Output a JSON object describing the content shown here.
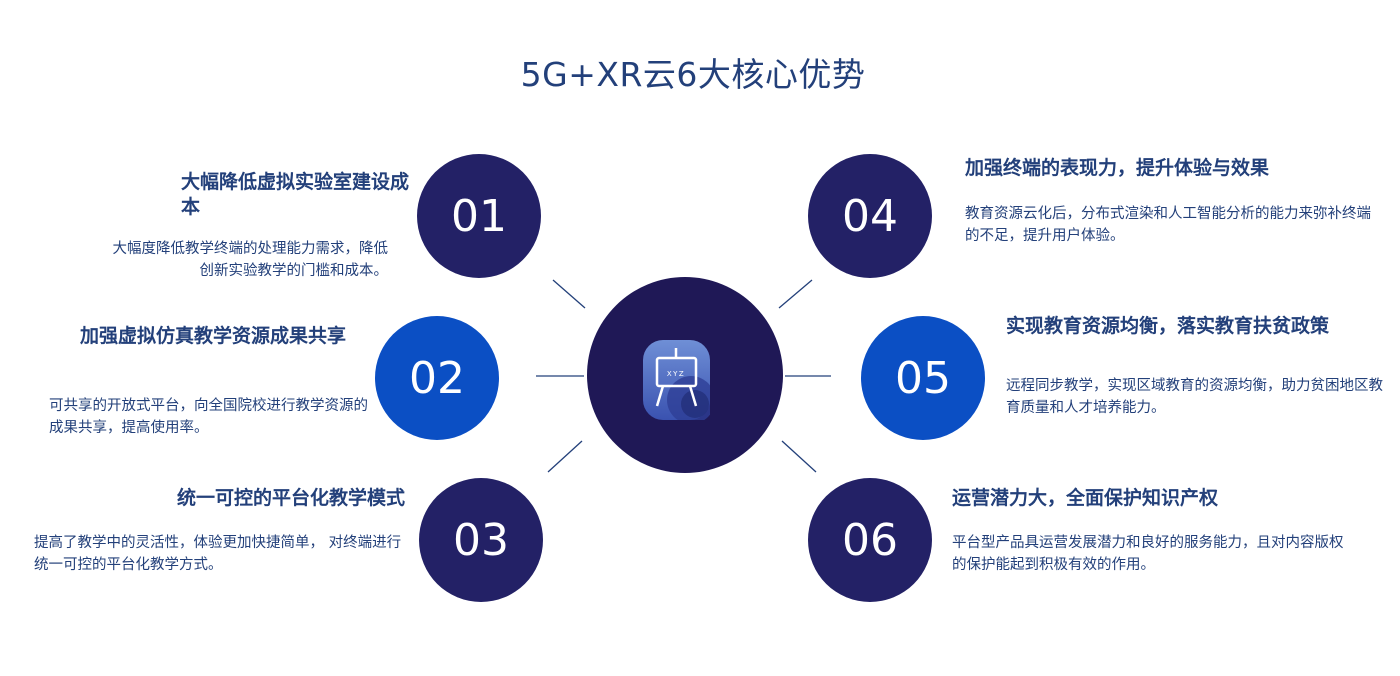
{
  "title": "5G+XR云6大核心优势",
  "center": {
    "icon": "presentation-board-icon",
    "icon_text": "XYZ"
  },
  "colors": {
    "dark": "#232166",
    "blue": "#0b4fc4",
    "hub": "#1f1856",
    "text": "#23407a"
  },
  "items": [
    {
      "number": "01",
      "heading": "大幅降低虚拟实验室建设成本",
      "description": "大幅度降低教学终端的处理能力需求，降低 创新实验教学的门槛和成本。"
    },
    {
      "number": "02",
      "heading": "加强虚拟仿真教学资源成果共享",
      "description": "可共享的开放式平台，向全国院校进行教学资源的成果共享，提高使用率。"
    },
    {
      "number": "03",
      "heading": "统一可控的平台化教学模式",
      "description": "提高了教学中的灵活性，体验更加快捷简单， 对终端进行统一可控的平台化教学方式。"
    },
    {
      "number": "04",
      "heading": "加强终端的表现力，提升体验与效果",
      "description": "教育资源云化后，分布式渲染和人工智能分析的能力来弥补终端的不足，提升用户体验。"
    },
    {
      "number": "05",
      "heading": "实现教育资源均衡，落实教育扶贫政策",
      "description": "远程同步教学，实现区域教育的资源均衡，助力贫困地区教育质量和人才培养能力。"
    },
    {
      "number": "06",
      "heading": "运营潜力大，全面保护知识产权",
      "description": "平台型产品具运营发展潜力和良好的服务能力，且对内容版权的保护能起到积极有效的作用。"
    }
  ]
}
